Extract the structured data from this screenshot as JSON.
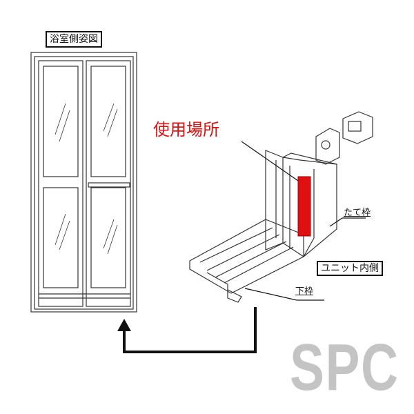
{
  "labels": {
    "side_view": "浴室側姿図",
    "usage_location": "使用場所",
    "vertical_frame": "たて枠",
    "unit_inside": "ユニット内側",
    "bottom_frame": "下枠"
  },
  "watermark": "SPC",
  "colors": {
    "highlight": "#e01010",
    "line": "#222222",
    "watermark": "#c4c4c4"
  }
}
